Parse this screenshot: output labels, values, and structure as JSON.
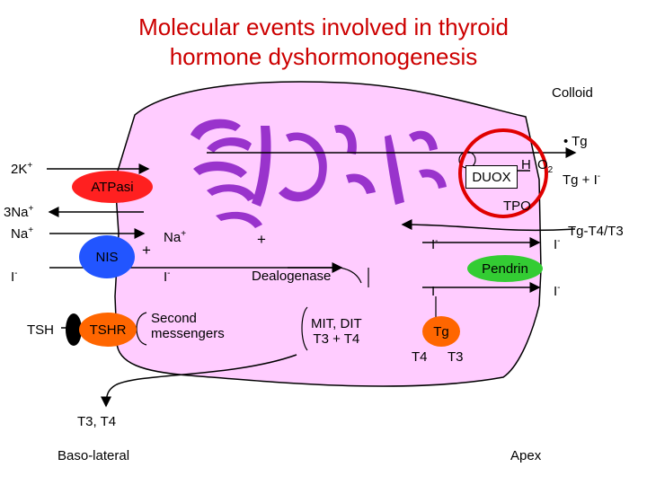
{
  "title_line1": "Molecular events involved in thyroid",
  "title_line2": "hormone dyshormonogenesis",
  "labels": {
    "colloid": "Colloid",
    "tg_dot": "• Tg",
    "k": "2K",
    "k_sup": "+",
    "atpase": "ATPasi",
    "na3": "3Na",
    "na3_sup": "+",
    "na": "Na",
    "na_sup": "+",
    "nis": "NIS",
    "iodide_left": "I",
    "iodide_left_sup": "-",
    "na_inner": "Na",
    "na_inner_sup": "+",
    "plus1": "+",
    "plus2": "+",
    "iodide_inner": "I",
    "iodide_inner_sup": "-",
    "tsh": "TSH",
    "tshr": "TSHR",
    "second_messengers_1": "Second",
    "second_messengers_2": "messengers",
    "dealogenase": "Dealogenase",
    "mit_dit_1": "MIT, DIT",
    "mit_dit_2": "T3 + T4",
    "duox": "DUOX",
    "h2o2_h": "H",
    "h2o2_o": "O",
    "h2o2_2": "2",
    "tg_i": "Tg + I",
    "tg_i_sup": "-",
    "tpo": "TPO",
    "tg_t4_t3": "Tg-T4/T3",
    "iodide_apical1": "I",
    "iodide_apical1_sup": "-",
    "iodide_apical2": "I",
    "iodide_apical2_sup": "-",
    "iodide_colloid1": "I",
    "iodide_colloid1_sup": "-",
    "iodide_colloid2": "I",
    "iodide_colloid2_sup": "-",
    "pendrin": "Pendrin",
    "tg_ball": "Tg",
    "t4": "T4",
    "t3": "T3",
    "t3_t4_out": "T3, T4",
    "baso_lateral": "Baso-lateral",
    "apex": "Apex"
  },
  "colors": {
    "title": "#cc0000",
    "cell": "#ffccff",
    "organelle": "#9933cc",
    "atpase": "#ff2020",
    "nis": "#2255ff",
    "duox": "#ffffff",
    "pendrin": "#33cc33",
    "tg_ball": "#ff6600",
    "tsh_receptor": "#000000",
    "highlight": "#e00000"
  }
}
